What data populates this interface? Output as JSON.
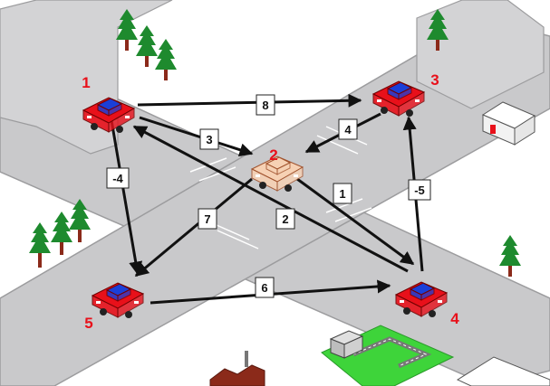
{
  "colors": {
    "road": "#c9c9cb",
    "road_edge": "#9c9c9e",
    "lane_mark": "#ffffff",
    "car_red": "#e8101a",
    "car_blue": "#1b3fd8",
    "car_center": "#f6d1b4",
    "car_number": "#e8101a",
    "arrow": "#111111",
    "tree": "#1e8a2e",
    "trunk": "#8b2a1a",
    "grass": "#3ed43a"
  },
  "cars": [
    {
      "id": "1",
      "label": "1",
      "kind": "red"
    },
    {
      "id": "2",
      "label": "2",
      "kind": "center"
    },
    {
      "id": "3",
      "label": "3",
      "kind": "red"
    },
    {
      "id": "4",
      "label": "4",
      "kind": "red"
    },
    {
      "id": "5",
      "label": "5",
      "kind": "red"
    }
  ],
  "edges": [
    {
      "label": "8",
      "from": "1",
      "to": "3"
    },
    {
      "label": "3",
      "from": "1",
      "to": "2"
    },
    {
      "label": "4",
      "from": "3",
      "to": "2"
    },
    {
      "label": "-4",
      "from": "1",
      "to": "5"
    },
    {
      "label": "7",
      "from": "2",
      "to": "5"
    },
    {
      "label": "2",
      "from": "4",
      "to": "1"
    },
    {
      "label": "1",
      "from": "2",
      "to": "4"
    },
    {
      "label": "-5",
      "from": "4",
      "to": "3"
    },
    {
      "label": "6",
      "from": "5",
      "to": "4"
    }
  ]
}
